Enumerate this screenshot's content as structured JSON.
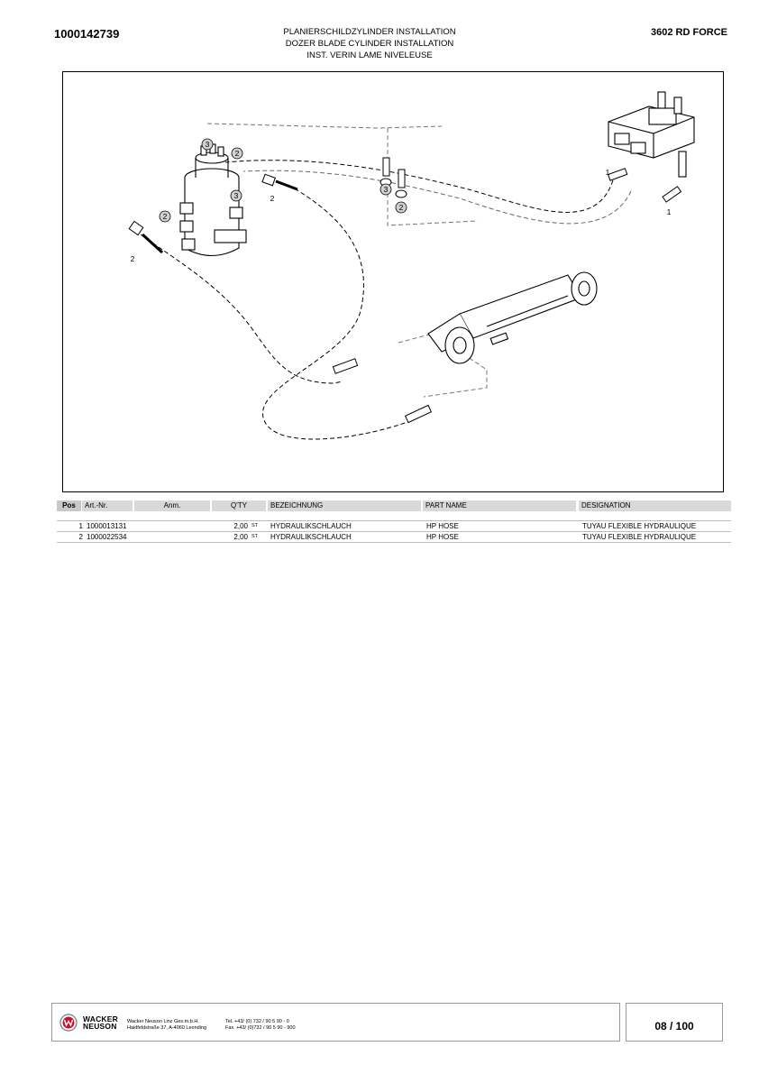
{
  "header": {
    "doc_number": "1000142739",
    "model": "3602 RD FORCE",
    "title_de": "PLANIERSCHILDZYLINDER INSTALLATION",
    "title_en": "DOZER BLADE CYLINDER INSTALLATION",
    "title_fr": "INST. VERIN LAME NIVELEUSE"
  },
  "drawing": {
    "callouts": [
      "1",
      "1",
      "2",
      "2",
      "2",
      "2",
      "2",
      "3",
      "3",
      "3"
    ]
  },
  "parts_table": {
    "headers": [
      "Pos",
      "Art.-Nr.",
      "Anm.",
      "Q'TY",
      "BEZEICHNUNG",
      "PART NAME",
      "DESIGNATION"
    ],
    "rows": [
      {
        "pos": "1",
        "art": "1000013131",
        "anm": "",
        "qty": "2,00",
        "unit": "ST",
        "bez": "HYDRAULIKSCHLAUCH",
        "part_name": "HP HOSE",
        "designation": "TUYAU FLEXIBLE HYDRAULIQUE"
      },
      {
        "pos": "2",
        "art": "1000022534",
        "anm": "",
        "qty": "2,00",
        "unit": "ST",
        "bez": "HYDRAULIKSCHLAUCH",
        "part_name": "HP HOSE",
        "designation": "TUYAU FLEXIBLE HYDRAULIQUE"
      }
    ]
  },
  "footer": {
    "brand_line1": "WACKER",
    "brand_line2": "NEUSON",
    "company": "Wacker Neuson Linz  Ges.m.b.H.",
    "address": "Haidfeldstraße 37, A-4060 Leonding",
    "tel": "Tel. +43/ (0) 732 / 90 5 90 - 0",
    "fax": "Fax. +43/ (0)732 / 90 5 90 - 900",
    "page": "08 / 100"
  },
  "colors": {
    "table_header_bg": "#d9d9d9",
    "logo_red": "#c8102e"
  }
}
